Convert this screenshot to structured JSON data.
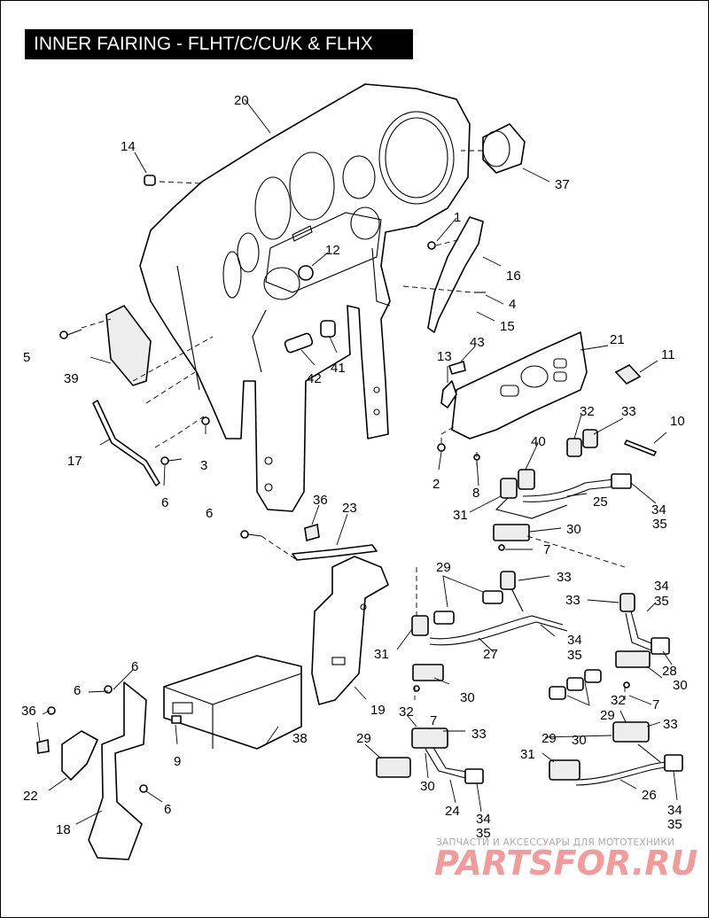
{
  "title": "INNER FAIRING - FLHT/C/CU/K & FLHX",
  "callouts": [
    "1",
    "2",
    "3",
    "4",
    "5",
    "6",
    "7",
    "8",
    "9",
    "10",
    "11",
    "12",
    "13",
    "14",
    "15",
    "16",
    "17",
    "18",
    "19",
    "20",
    "21",
    "22",
    "23",
    "24",
    "25",
    "26",
    "27",
    "28",
    "29",
    "30",
    "31",
    "32",
    "33",
    "34",
    "35",
    "36",
    "37",
    "38",
    "39",
    "40",
    "41",
    "42",
    "43"
  ],
  "watermark": {
    "subtitle": "ЗАПЧАСТИ И АКСЕССУАРЫ ДЛЯ МОТОТЕХНИКИ",
    "brand": "PARTSFOR.RU"
  }
}
